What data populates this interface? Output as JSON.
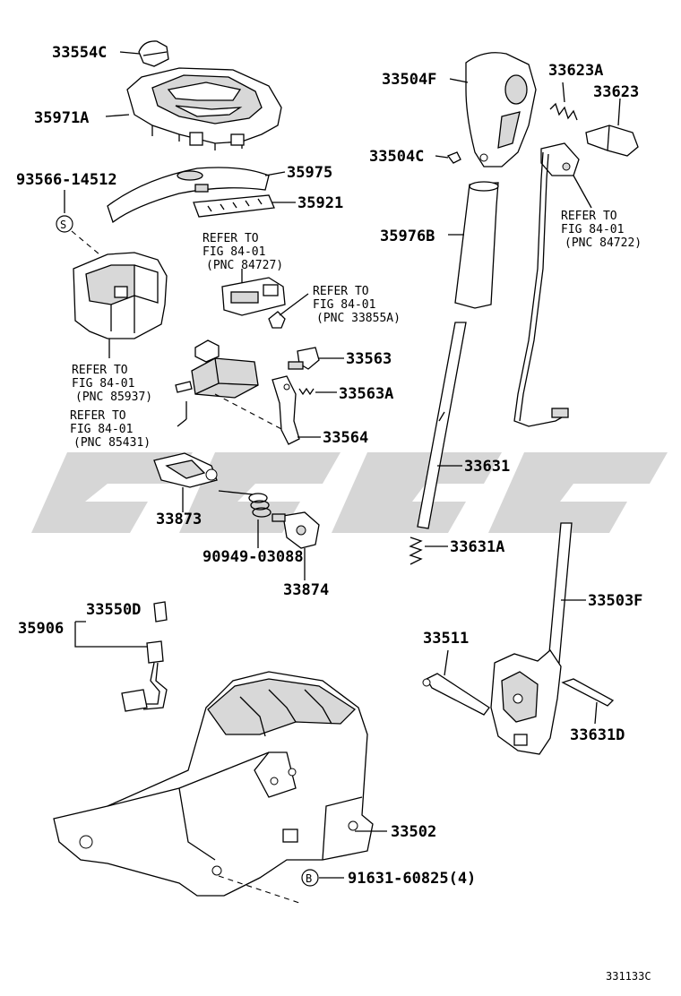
{
  "parts": {
    "p33554C": "33554C",
    "p35971A": "35971A",
    "p93566": "93566-14512",
    "p35975": "35975",
    "p35921": "35921",
    "p33504F": "33504F",
    "p33623A": "33623A",
    "p33623": "33623",
    "p33504C": "33504C",
    "p35976B": "35976B",
    "p33563": "33563",
    "p33563A": "33563A",
    "p33564": "33564",
    "p33631": "33631",
    "p33873": "33873",
    "p90949": "90949-03088",
    "p33874": "33874",
    "p33631A": "33631A",
    "p35906": "35906",
    "p33550D": "33550D",
    "p33503F": "33503F",
    "p33511": "33511",
    "p33631D": "33631D",
    "p33502": "33502",
    "p91631": "91631-60825(4)"
  },
  "refs": {
    "r84727": {
      "l1": "REFER TO",
      "l2": "FIG 84-01",
      "l3": "(PNC 84727)"
    },
    "r33855A": {
      "l1": "REFER TO",
      "l2": "FIG 84-01",
      "l3": "(PNC 33855A)"
    },
    "r84722": {
      "l1": "REFER TO",
      "l2": "FIG 84-01",
      "l3": "(PNC 84722)"
    },
    "r85937": {
      "l1": "REFER TO",
      "l2": "FIG 84-01",
      "l3": "(PNC 85937)"
    },
    "r85431": {
      "l1": "REFER TO",
      "l2": "FIG 84-01",
      "l3": "(PNC 85431)"
    }
  },
  "symbols": {
    "s": "S",
    "b": "B"
  },
  "figure_code": "331133C"
}
